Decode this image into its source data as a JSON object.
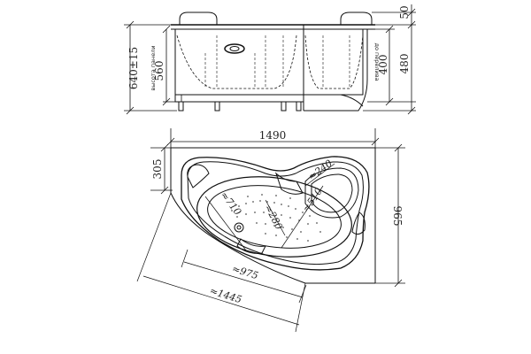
{
  "front_view": {
    "dim_total_height": "640±15",
    "dim_panel_height": "560",
    "label_panel_height": "высота панели",
    "dim_headrest": "50",
    "dim_rim_height": "480",
    "dim_overflow_height": "400",
    "label_overflow": "до перелива"
  },
  "top_view": {
    "dim_length": "1490",
    "dim_width": "965",
    "dim_recess": "305",
    "dim_seat": "≈240",
    "dim_basin_width": "≈510",
    "dim_depth": "≈710",
    "dim_bottom": "≈280",
    "dim_inner_length": "≈975",
    "dim_outer_length": "≈1445"
  }
}
